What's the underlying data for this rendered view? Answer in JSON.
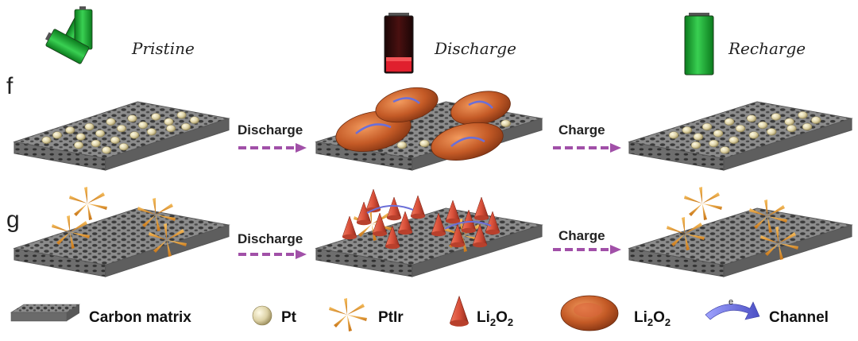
{
  "stages": {
    "pristine": "Pristine",
    "discharge": "Discharge",
    "recharge": "Recharge"
  },
  "rows": {
    "f": {
      "letter": "f",
      "arrow1": "Discharge",
      "arrow2": "Charge"
    },
    "g": {
      "letter": "g",
      "arrow1": "Discharge",
      "arrow2": "Charge"
    }
  },
  "legend": {
    "carbon_matrix": "Carbon matrix",
    "pt": "Pt",
    "ptir": "PtIr",
    "li2o2_cone": {
      "base": "Li",
      "sub1": "2",
      "mid": "O",
      "sub2": "2"
    },
    "li2o2_disc": {
      "base": "Li",
      "sub1": "2",
      "mid": "O",
      "sub2": "2"
    },
    "electron": "e",
    "channel": "Channel"
  },
  "colors": {
    "battery_green": "#17a32e",
    "battery_red": "#e0202e",
    "arrow_purple": "#a150a8",
    "carbon_top": "#8a8a8a",
    "pt_ball": "#ddd2a6",
    "ptir_orange": "#e59a2a",
    "li2o2_cone": "#d9503a",
    "li2o2_disc": "#c45a26",
    "channel_blue": "#6b6fd8"
  }
}
